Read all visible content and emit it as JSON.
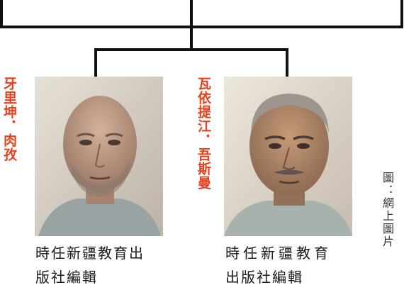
{
  "colors": {
    "name": "#e8401c",
    "line": "#111111",
    "caption": "#1a1a1a"
  },
  "persons": [
    {
      "name": "牙里坤．肉孜",
      "caption_line1": "時任新疆教育出",
      "caption_line2": "版社編輯"
    },
    {
      "name": "瓦依提江．吾斯曼",
      "caption_line1": "時任新疆教育",
      "caption_line2": "出版社編輯"
    }
  ],
  "credit": "圖：網上圖片"
}
